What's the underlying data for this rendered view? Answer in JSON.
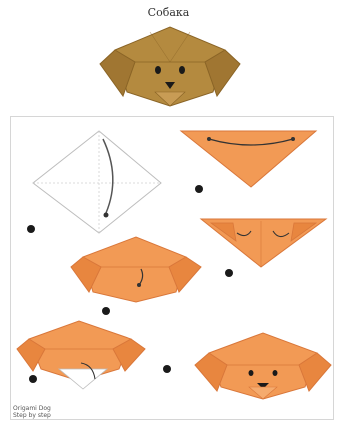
{
  "title": "Собака",
  "colors": {
    "hero_brown": "#b48a3f",
    "hero_dark": "#8a6426",
    "orange": "#f29a55",
    "orange_dark": "#d9773a",
    "line": "#5a3a20",
    "bullet": "#1a1a1a"
  },
  "steps": [
    {
      "name": "step-1-square"
    },
    {
      "name": "step-2-triangle"
    },
    {
      "name": "step-3-fold-corners"
    },
    {
      "name": "step-4-ears"
    },
    {
      "name": "step-5-fold-bottom"
    },
    {
      "name": "step-6-finished-dog"
    }
  ],
  "footer": {
    "line1": "Origami Dog",
    "line2": "Step by step"
  }
}
